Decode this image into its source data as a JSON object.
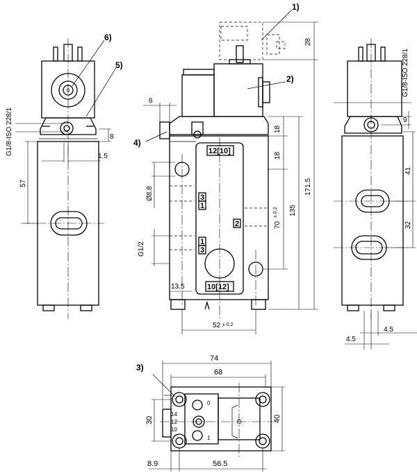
{
  "callouts": {
    "c1": "1)",
    "c2": "2)",
    "c3": "3)",
    "c4": "4)",
    "c5": "5)",
    "c6": "6)"
  },
  "dims": {
    "d28": "28",
    "d6": "6",
    "d8": "8",
    "d1_5": "1.5",
    "d57": "57",
    "d18a": "18",
    "d18b": "18",
    "d171_5": "171.5",
    "d135": "135",
    "d70": "70",
    "d70_tol": "± 0.2",
    "d8_8": "Ø8.8",
    "g1_2": "G1/2",
    "d13_5": "13.5",
    "d52": "52",
    "d52_tol": "± 0.2",
    "d9": "9",
    "d41": "41",
    "d32": "32",
    "d4_5a": "4.5",
    "d4_5b": "4.5",
    "d74": "74",
    "d68": "68",
    "d30": "30",
    "d40": "40",
    "d8_9": "8.9",
    "d56_5": "56.5"
  },
  "thread_left": "G1/8-ISO 228/1",
  "thread_right": "G1/8-ISO 228/1",
  "ports": {
    "p12_10": "12[10]",
    "p3": "3",
    "p1": "1",
    "p2": "2",
    "p1b": "1",
    "p3b": "3",
    "p10_12": "10[12]"
  },
  "bottom_labels": {
    "n14": "14",
    "n12": "12",
    "n10": "10",
    "zero": "0",
    "one": "1"
  }
}
